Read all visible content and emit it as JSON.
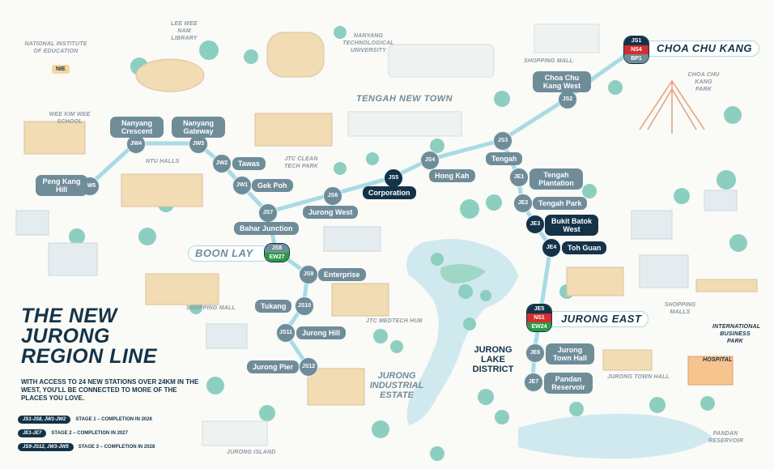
{
  "map": {
    "title_lines": [
      "THE NEW",
      "JURONG",
      "REGION LINE"
    ],
    "subtitle": "WITH ACCESS TO 24 NEW STATIONS OVER 24KM IN THE WEST, YOU'LL BE CONNECTED TO MORE OF THE PLACES YOU LOVE.",
    "legend": [
      {
        "code": "JS1-JS8, JW1-JW2",
        "text": "STAGE 1 – COMPLETION IN 2026"
      },
      {
        "code": "JE1-JE7",
        "text": "STAGE 2 – COMPLETION IN 2027"
      },
      {
        "code": "JS9-JS12, JW3-JW5",
        "text": "STAGE 3 – COMPLETION IN 2028"
      }
    ],
    "town_labels": {
      "choa_chu_kang": "CHOA CHU KANG",
      "boon_lay": "BOON LAY",
      "jurong_east": "JURONG EAST",
      "tengah_new_town": "TENGAH NEW TOWN"
    },
    "interchange_codes": {
      "choa_chu_kang": [
        "JS1",
        "NS4",
        "BP1"
      ],
      "boon_lay": [
        "JS8",
        "EW27"
      ],
      "jurong_east": [
        "JE5",
        "NS1",
        "EW24"
      ]
    },
    "stations": [
      {
        "code": "JW5",
        "name": "Peng Kang Hill"
      },
      {
        "code": "JW4",
        "name": "Nanyang Crescent"
      },
      {
        "code": "JW3",
        "name": "Nanyang Gateway"
      },
      {
        "code": "JW2",
        "name": "Tawas"
      },
      {
        "code": "JW1",
        "name": "Gek Poh"
      },
      {
        "code": "JS7",
        "name": "Bahar Junction"
      },
      {
        "code": "JS6",
        "name": "Jurong West"
      },
      {
        "code": "JS5",
        "name": "Corporation"
      },
      {
        "code": "JS4",
        "name": "Hong Kah"
      },
      {
        "code": "JS3",
        "name": "Tengah"
      },
      {
        "code": "JS2",
        "name": "Choa Chu Kang West"
      },
      {
        "code": "JS9",
        "name": "Enterprise"
      },
      {
        "code": "JS10",
        "name": "Tukang"
      },
      {
        "code": "JS11",
        "name": "Jurong Hill"
      },
      {
        "code": "JS12",
        "name": "Jurong Pier"
      },
      {
        "code": "JE1",
        "name": "Tengah Plantation"
      },
      {
        "code": "JE2",
        "name": "Tengah Park"
      },
      {
        "code": "JE3",
        "name": "Bukit Batok West"
      },
      {
        "code": "JE4",
        "name": "Toh Guan"
      },
      {
        "code": "JE6",
        "name": "Jurong Town Hall"
      },
      {
        "code": "JE7",
        "name": "Pandan Reservoir"
      }
    ],
    "landmarks": [
      "NATIONAL INSTITUTE OF EDUCATION",
      "LEE WEE NAM LIBRARY",
      "NANYANG TECHNOLOGICAL UNIVERSITY",
      "SHOPPING MALL",
      "CHOA CHU KANG PARK",
      "WEE KIM WEE SCHOOL",
      "JTC CLEAN TECH PARK",
      "NTU HALLS",
      "SHOPPING MALL",
      "JTC MEDTECH HUB",
      "SHOPPING MALLS",
      "INTERNATIONAL BUSINESS PARK",
      "HOSPITAL",
      "JURONG TOWN HALL",
      "PANDAN RESERVOIR",
      "JURONG ISLAND"
    ],
    "area_labels": [
      "JURONG INDUSTRIAL ESTATE",
      "JURONG LAKE DISTRICT"
    ],
    "nie_sign": "NIE",
    "colors": {
      "line": "#a8dbe5",
      "station": "#6f8c99",
      "interchange_station": "#133348",
      "ns_line": "#d42e2e",
      "ew_line": "#2b9a46",
      "bp_line": "#6f8c99",
      "water": "#cfe9ef",
      "tree": "#8ccfc0"
    }
  }
}
